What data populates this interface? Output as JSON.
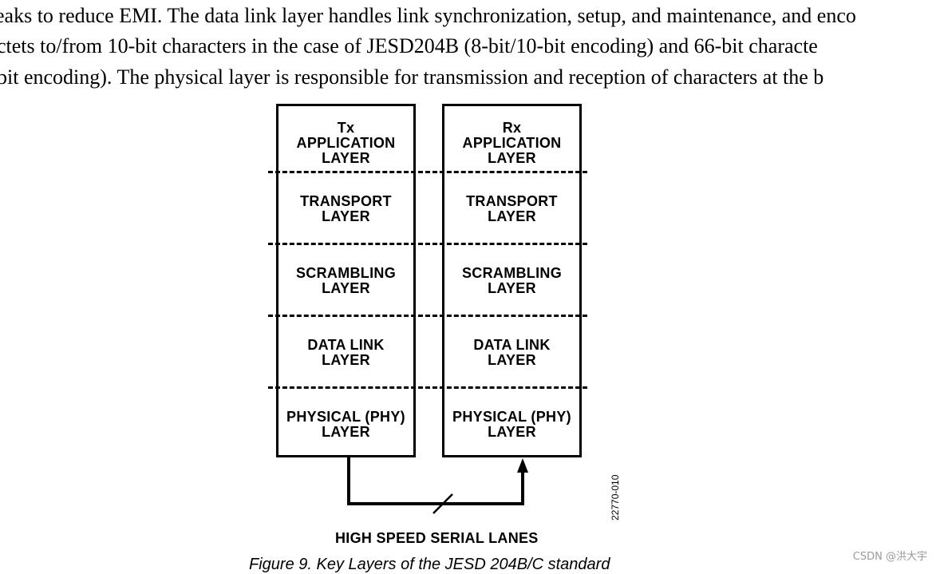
{
  "paragraph": {
    "line_1": "eaks to reduce EMI. The data link layer handles link synchronization, setup, and maintenance, and enco",
    "line_2": "ctets to/from 10-bit characters in the case of JESD204B (8-bit/10-bit encoding) and 66-bit characte",
    "line_3": "bit encoding). The physical layer is responsible for transmission and reception of characters at the b"
  },
  "diagram": {
    "tx_stack": {
      "layers": [
        {
          "lines": [
            "Tx",
            "APPLICATION",
            "LAYER"
          ]
        },
        {
          "lines": [
            "TRANSPORT",
            "LAYER"
          ]
        },
        {
          "lines": [
            "SCRAMBLING",
            "LAYER"
          ]
        },
        {
          "lines": [
            "DATA LINK",
            "LAYER"
          ]
        },
        {
          "lines": [
            "PHYSICAL (PHY)",
            "LAYER"
          ]
        }
      ]
    },
    "rx_stack": {
      "layers": [
        {
          "lines": [
            "Rx",
            "APPLICATION",
            "LAYER"
          ]
        },
        {
          "lines": [
            "TRANSPORT",
            "LAYER"
          ]
        },
        {
          "lines": [
            "SCRAMBLING",
            "LAYER"
          ]
        },
        {
          "lines": [
            "DATA LINK",
            "LAYER"
          ]
        },
        {
          "lines": [
            "PHYSICAL (PHY)",
            "LAYER"
          ]
        }
      ]
    },
    "lanes_label": "HIGH SPEED SERIAL LANES",
    "figure_id": "22770-010"
  },
  "caption": "Figure 9. Key Layers of the JESD 204B/C standard",
  "watermark": "CSDN @洪大宇"
}
